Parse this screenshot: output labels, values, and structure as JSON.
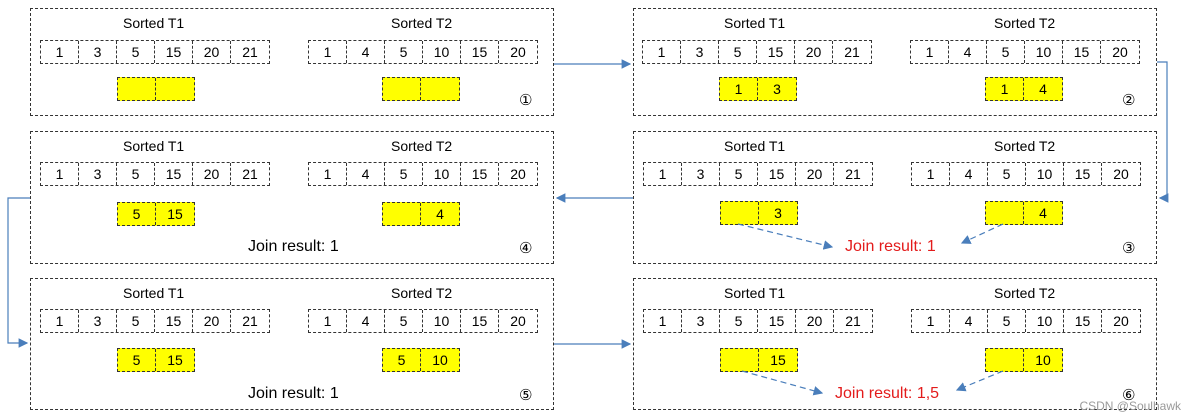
{
  "labels": {
    "t1": "Sorted T1",
    "t2": "Sorted T2"
  },
  "panels": [
    {
      "step": "①",
      "t1": [
        "1",
        "3",
        "5",
        "15",
        "20",
        "21"
      ],
      "t2": [
        "1",
        "4",
        "5",
        "10",
        "15",
        "20"
      ],
      "buf1": [
        "",
        ""
      ],
      "buf2": [
        "",
        ""
      ],
      "join": "",
      "join_color": ""
    },
    {
      "step": "②",
      "t1": [
        "1",
        "3",
        "5",
        "15",
        "20",
        "21"
      ],
      "t2": [
        "1",
        "4",
        "5",
        "10",
        "15",
        "20"
      ],
      "buf1": [
        "1",
        "3"
      ],
      "buf2": [
        "1",
        "4"
      ],
      "join": "",
      "join_color": ""
    },
    {
      "step": "④",
      "t1": [
        "1",
        "3",
        "5",
        "15",
        "20",
        "21"
      ],
      "t2": [
        "1",
        "4",
        "5",
        "10",
        "15",
        "20"
      ],
      "buf1": [
        "5",
        "15"
      ],
      "buf2": [
        "",
        "4"
      ],
      "join": "Join result: 1",
      "join_color": "#000000"
    },
    {
      "step": "③",
      "t1": [
        "1",
        "3",
        "5",
        "15",
        "20",
        "21"
      ],
      "t2": [
        "1",
        "4",
        "5",
        "10",
        "15",
        "20"
      ],
      "buf1": [
        "",
        "3"
      ],
      "buf2": [
        "",
        "4"
      ],
      "join": "Join result: 1",
      "join_color": "#e31b1b"
    },
    {
      "step": "⑤",
      "t1": [
        "1",
        "3",
        "5",
        "15",
        "20",
        "21"
      ],
      "t2": [
        "1",
        "4",
        "5",
        "10",
        "15",
        "20"
      ],
      "buf1": [
        "5",
        "15"
      ],
      "buf2": [
        "5",
        "10"
      ],
      "join": "Join result: 1",
      "join_color": "#000000"
    },
    {
      "step": "⑥",
      "t1": [
        "1",
        "3",
        "5",
        "15",
        "20",
        "21"
      ],
      "t2": [
        "1",
        "4",
        "5",
        "10",
        "15",
        "20"
      ],
      "buf1": [
        "",
        "15"
      ],
      "buf2": [
        "",
        "10"
      ],
      "join": "Join result: 1,5",
      "join_color": "#e31b1b"
    }
  ],
  "colors": {
    "buffer": "#ffff00",
    "connector": "#4a7ebb",
    "highlight": "#e31b1b"
  },
  "watermark": "CSDN @Soulhawk"
}
